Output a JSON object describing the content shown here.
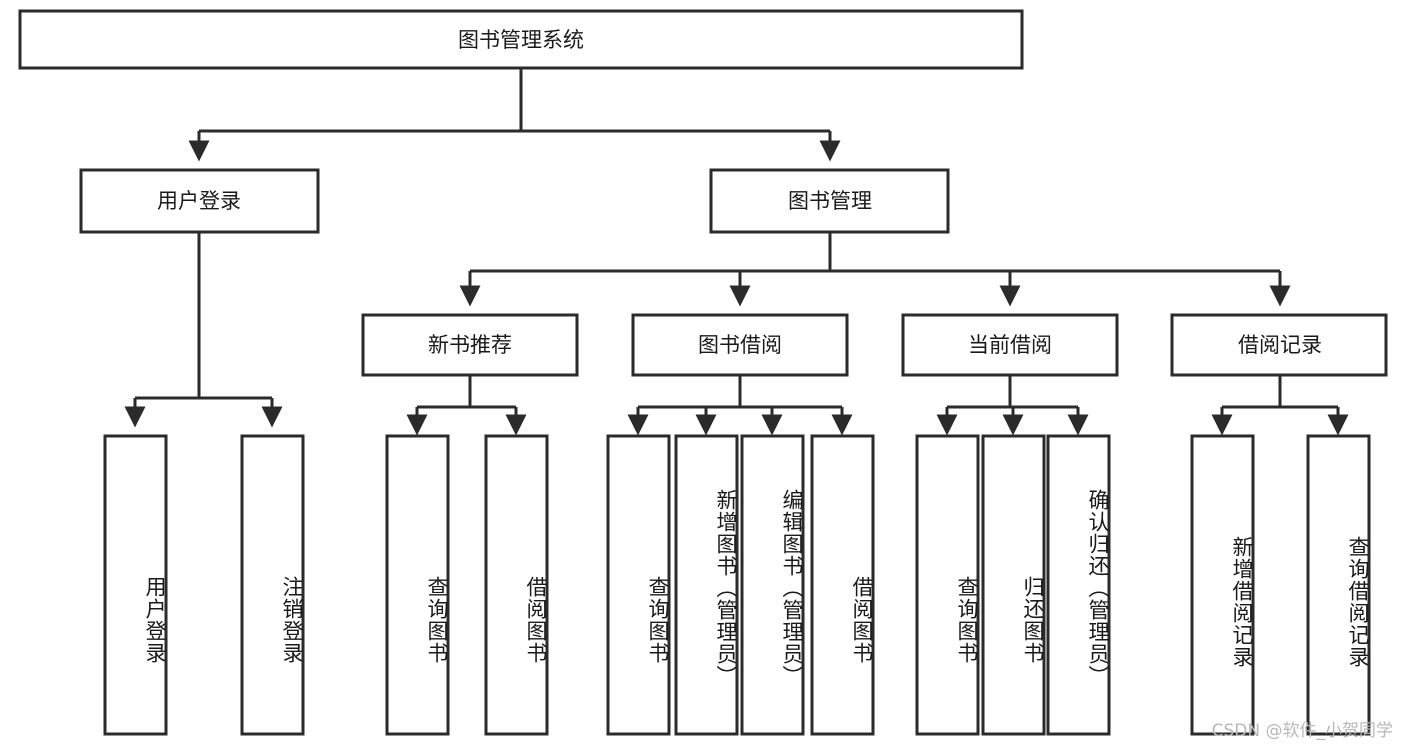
{
  "diagram": {
    "type": "tree-hierarchy",
    "title": "图书管理系统",
    "root": {
      "id": "root",
      "label": "图书管理系统"
    },
    "level2": [
      {
        "id": "user-login",
        "label": "用户登录"
      },
      {
        "id": "book-manage",
        "label": "图书管理"
      }
    ],
    "level3": [
      {
        "id": "new-book-recommend",
        "label": "新书推荐",
        "parent": "book-manage"
      },
      {
        "id": "book-borrow",
        "label": "图书借阅",
        "parent": "book-manage"
      },
      {
        "id": "current-borrow",
        "label": "当前借阅",
        "parent": "book-manage"
      },
      {
        "id": "borrow-record",
        "label": "借阅记录",
        "parent": "book-manage"
      }
    ],
    "leaves": [
      {
        "id": "leaf-user-login",
        "label": "用户登录",
        "parent": "user-login"
      },
      {
        "id": "leaf-logout-login",
        "label": "注销登录",
        "parent": "user-login"
      },
      {
        "id": "leaf-query-book-1",
        "label": "查询图书",
        "parent": "new-book-recommend"
      },
      {
        "id": "leaf-borrow-book-1",
        "label": "借阅图书",
        "parent": "new-book-recommend"
      },
      {
        "id": "leaf-query-book-2",
        "label": "查询图书",
        "parent": "book-borrow"
      },
      {
        "id": "leaf-add-book",
        "label": "新增图书（管理员）",
        "parent": "book-borrow"
      },
      {
        "id": "leaf-edit-book",
        "label": "编辑图书（管理员）",
        "parent": "book-borrow"
      },
      {
        "id": "leaf-borrow-book-2",
        "label": "借阅图书",
        "parent": "book-borrow"
      },
      {
        "id": "leaf-query-book-3",
        "label": "查询图书",
        "parent": "current-borrow"
      },
      {
        "id": "leaf-return-book",
        "label": "归还图书",
        "parent": "current-borrow"
      },
      {
        "id": "leaf-confirm-return",
        "label": "确认归还（管理员）",
        "parent": "current-borrow"
      },
      {
        "id": "leaf-add-record",
        "label": "新增借阅记录",
        "parent": "borrow-record"
      },
      {
        "id": "leaf-query-record",
        "label": "查询借阅记录",
        "parent": "borrow-record"
      }
    ],
    "colors": {
      "stroke": "#2b2b2b",
      "fill": "#ffffff",
      "text": "#1a1a1a",
      "watermark": "#b8b8b8"
    }
  },
  "watermark": {
    "text": "CSDN @软件_小贺同学"
  }
}
